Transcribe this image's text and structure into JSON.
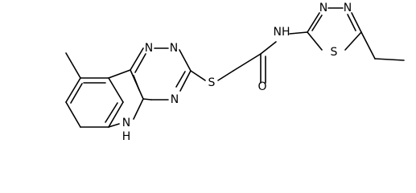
{
  "molecule": {
    "atoms": {
      "n_triazine_1": "N",
      "n_triazine_2": "N",
      "n_triazine_3": "N",
      "nh_indole": "N",
      "h_indole": "H",
      "s_thioether": "S",
      "o_carbonyl": "O",
      "nh_amide": "NH",
      "n_thiadiazole_1": "N",
      "n_thiadiazole_2": "N",
      "s_thiadiazole": "S"
    }
  }
}
